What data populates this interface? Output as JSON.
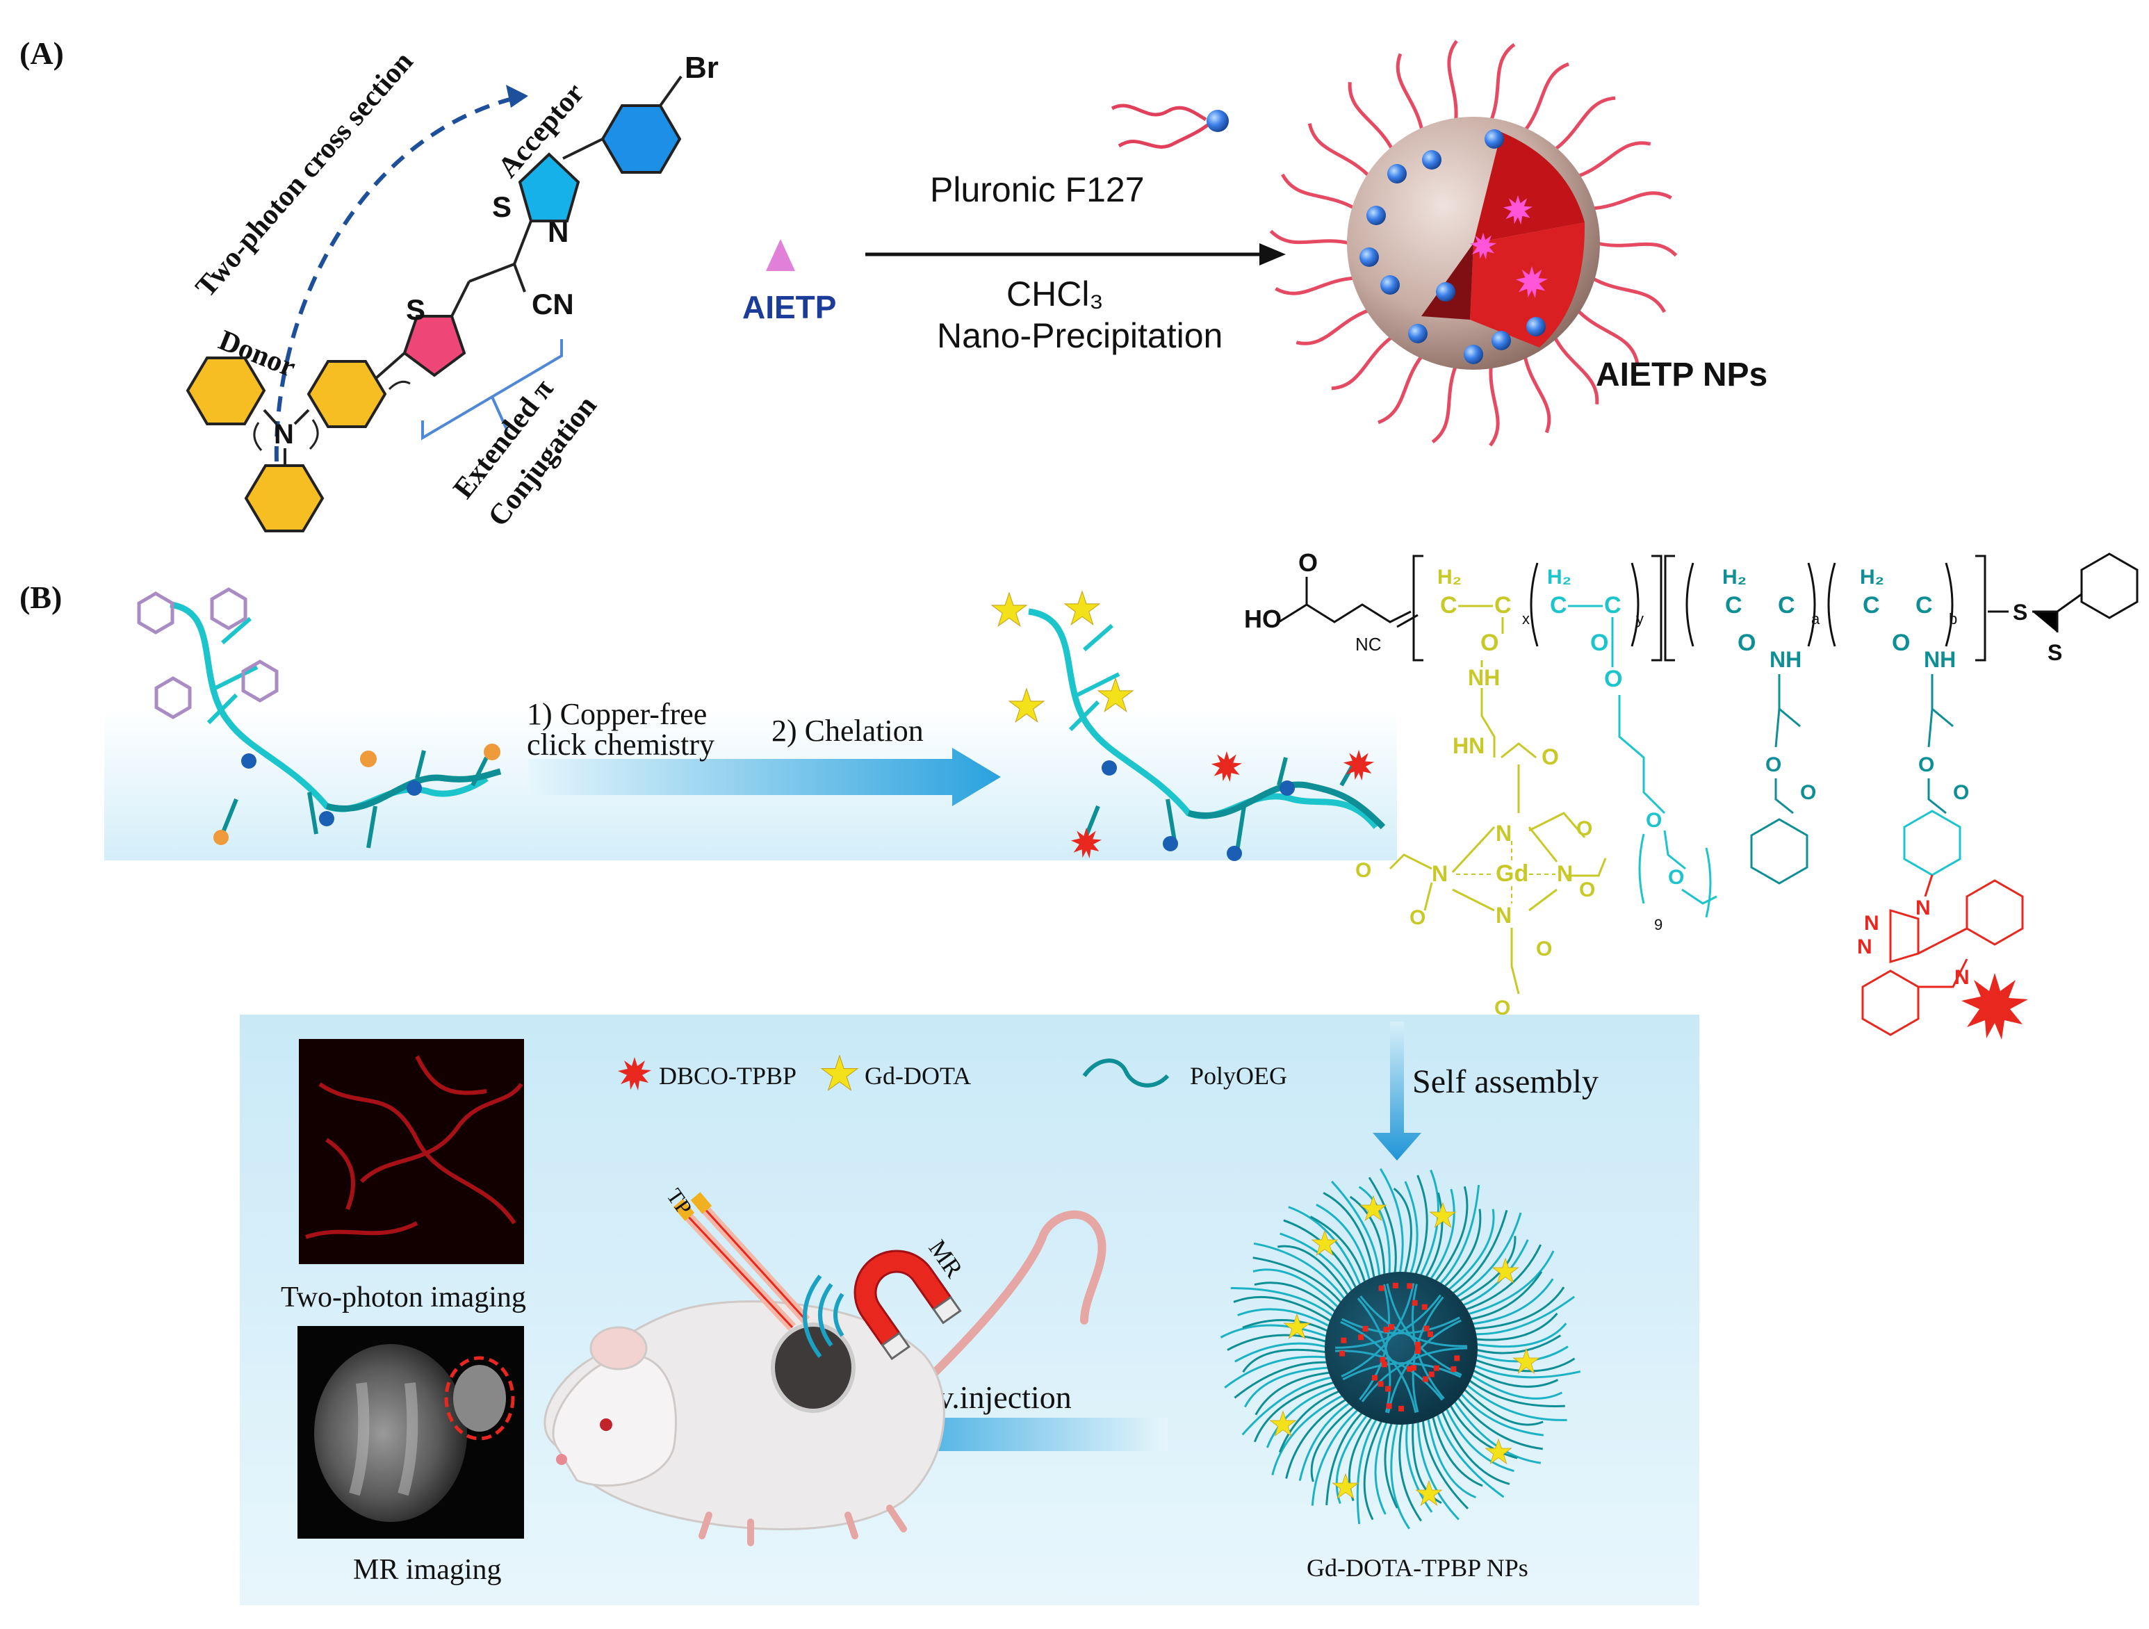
{
  "panel_a": {
    "label": "(A)",
    "two_photon_cross_section": "Two-photon cross section",
    "acceptor": "Acceptor",
    "donor": "Donor",
    "extended": "Extended π",
    "conjugation": "Conjugation",
    "atoms": {
      "br": "Br",
      "s1": "S",
      "n1": "N",
      "cn": "CN",
      "s2": "S",
      "n_amine": "N"
    },
    "aietp": "AIETP",
    "pluronic": "Pluronic F127",
    "chcl3": "CHCl₃",
    "nano_precipitation": "Nano-Precipitation",
    "nps": "AIETP NPs"
  },
  "panel_b": {
    "label": "(B)",
    "step1_line1": "1) Copper-free",
    "step1_line2": "click chemistry",
    "step2": "2) Chelation",
    "polymer": {
      "ho": "HO",
      "o": "O",
      "nc": "NC",
      "h2": "H₂",
      "c": "C",
      "sub_x": "x",
      "sub_y": "y",
      "sub_a": "a",
      "sub_b": "b",
      "sub_9": "9",
      "nh": "NH",
      "hn": "HN",
      "n": "N",
      "gd": "Gd",
      "s": "S"
    },
    "legend": {
      "dbco": "DBCO-TPBP",
      "gd_dota": "Gd-DOTA",
      "polyoeg": "PolyOEG"
    },
    "self_assembly": "Self assembly",
    "two_photon_imaging": "Two-photon imaging",
    "mr_imaging": "MR imaging",
    "tp": "TP",
    "mr": "MR",
    "iv_injection": "i.v.injection",
    "np_label": "Gd-DOTA-TPBP NPs"
  },
  "colors": {
    "polymer_cyan": "#1cc4cc",
    "polymer_teal": "#0e8f96",
    "gd_yellow": "#c8c826",
    "dbco_red": "#e8271f",
    "arrow_blue": "#36a9e0",
    "panel_bg": "#d6eef9"
  }
}
